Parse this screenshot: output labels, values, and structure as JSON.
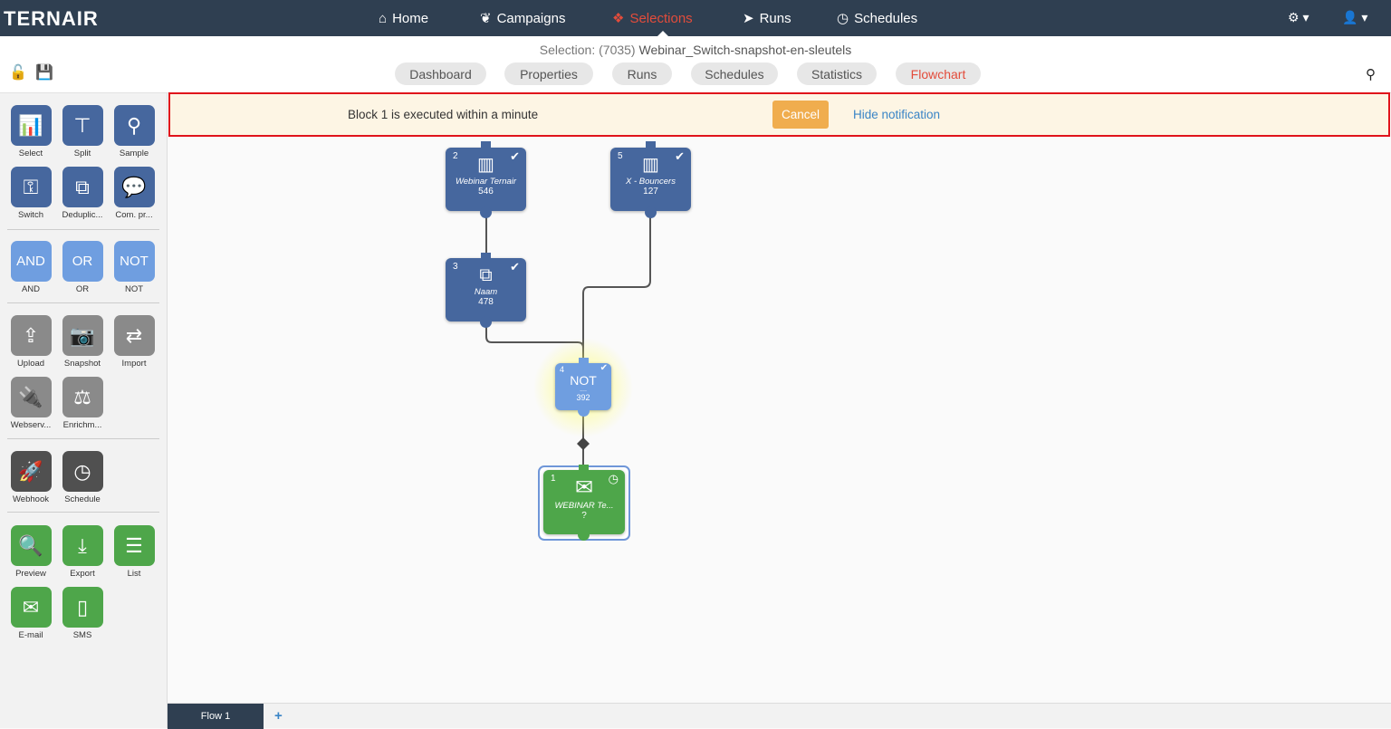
{
  "header": {
    "logo": "TERNAIR",
    "nav": [
      {
        "label": "Home",
        "icon": "home-icon"
      },
      {
        "label": "Campaigns",
        "icon": "leaf-icon"
      },
      {
        "label": "Selections",
        "icon": "cubes-icon"
      },
      {
        "label": "Runs",
        "icon": "paper-plane-icon"
      },
      {
        "label": "Schedules",
        "icon": "clock-icon"
      }
    ]
  },
  "selection": {
    "prefix": "Selection: (7035)",
    "name": "Webinar_Switch-snapshot-en-sleutels"
  },
  "tabs": [
    "Dashboard",
    "Properties",
    "Runs",
    "Schedules",
    "Statistics",
    "Flowchart"
  ],
  "active_tab": "Flowchart",
  "tools": [
    {
      "label": "Select",
      "icon": "bar-chart-icon",
      "glyph": "📊"
    },
    {
      "label": "Split",
      "icon": "sitemap-icon",
      "glyph": "⊤"
    },
    {
      "label": "Sample",
      "icon": "sample-icon",
      "glyph": "⚲"
    },
    {
      "label": "Switch",
      "icon": "key-icon",
      "glyph": "⚿"
    },
    {
      "label": "Deduplic...",
      "icon": "copy-icon",
      "glyph": "⧉"
    },
    {
      "label": "Com. pr...",
      "icon": "comments-icon",
      "glyph": "💬"
    },
    {
      "label": "AND",
      "short": "AND"
    },
    {
      "label": "OR",
      "short": "OR"
    },
    {
      "label": "NOT",
      "short": "NOT"
    },
    {
      "label": "Upload",
      "icon": "upload-icon",
      "glyph": "⇪"
    },
    {
      "label": "Snapshot",
      "icon": "camera-icon",
      "glyph": "📷"
    },
    {
      "label": "Import",
      "icon": "exchange-icon",
      "glyph": "⇄"
    },
    {
      "label": "Webserv...",
      "icon": "plug-icon",
      "glyph": "🔌"
    },
    {
      "label": "Enrichm...",
      "icon": "balance-icon",
      "glyph": "⚖"
    },
    {
      "label": "Webhook",
      "icon": "rocket-icon",
      "glyph": "🚀"
    },
    {
      "label": "Schedule",
      "icon": "clock-icon",
      "glyph": "◷"
    },
    {
      "label": "Preview",
      "icon": "search-icon",
      "glyph": "🔍"
    },
    {
      "label": "Export",
      "icon": "download-icon",
      "glyph": "⤓"
    },
    {
      "label": "List",
      "icon": "list-icon",
      "glyph": "☰"
    },
    {
      "label": "E-mail",
      "icon": "envelope-icon",
      "glyph": "✉"
    },
    {
      "label": "SMS",
      "icon": "mobile-icon",
      "glyph": "▯"
    }
  ],
  "notification": {
    "message": "Block 1 is executed within a minute",
    "cancel": "Cancel",
    "hide": "Hide notification"
  },
  "nodes": [
    {
      "num": "2",
      "name": "Webinar  Ternair",
      "count": "546",
      "glyph": "📊"
    },
    {
      "num": "5",
      "name": "X - Bouncers",
      "count": "127",
      "glyph": "📊"
    },
    {
      "num": "3",
      "name": "Naam",
      "count": "478",
      "glyph": "⧉"
    },
    {
      "num": "4",
      "name": "NOT",
      "count": "392",
      "dots": "...."
    },
    {
      "num": "1",
      "name": "WEBINAR  Te...",
      "count": "?",
      "glyph": "✉"
    }
  ],
  "flow_tabs": [
    "Flow 1"
  ],
  "add_flow": "+",
  "colors": {
    "topbar": "#2f3f51",
    "select_blue": "#46679e",
    "logic_blue": "#6f9ee0",
    "gray": "#8a8a8a",
    "dark": "#505050",
    "green": "#4ea64a",
    "active": "#e34c3b"
  }
}
